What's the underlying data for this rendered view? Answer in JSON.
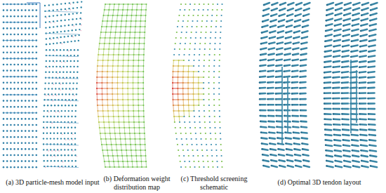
{
  "diagram": {
    "labels": [
      "(a) 3D particle-mesh model input",
      "(b) Deformation weight distribution map",
      "(c) Threshold screening schematic",
      "(d) Optimal 3D tendon layout"
    ]
  }
}
